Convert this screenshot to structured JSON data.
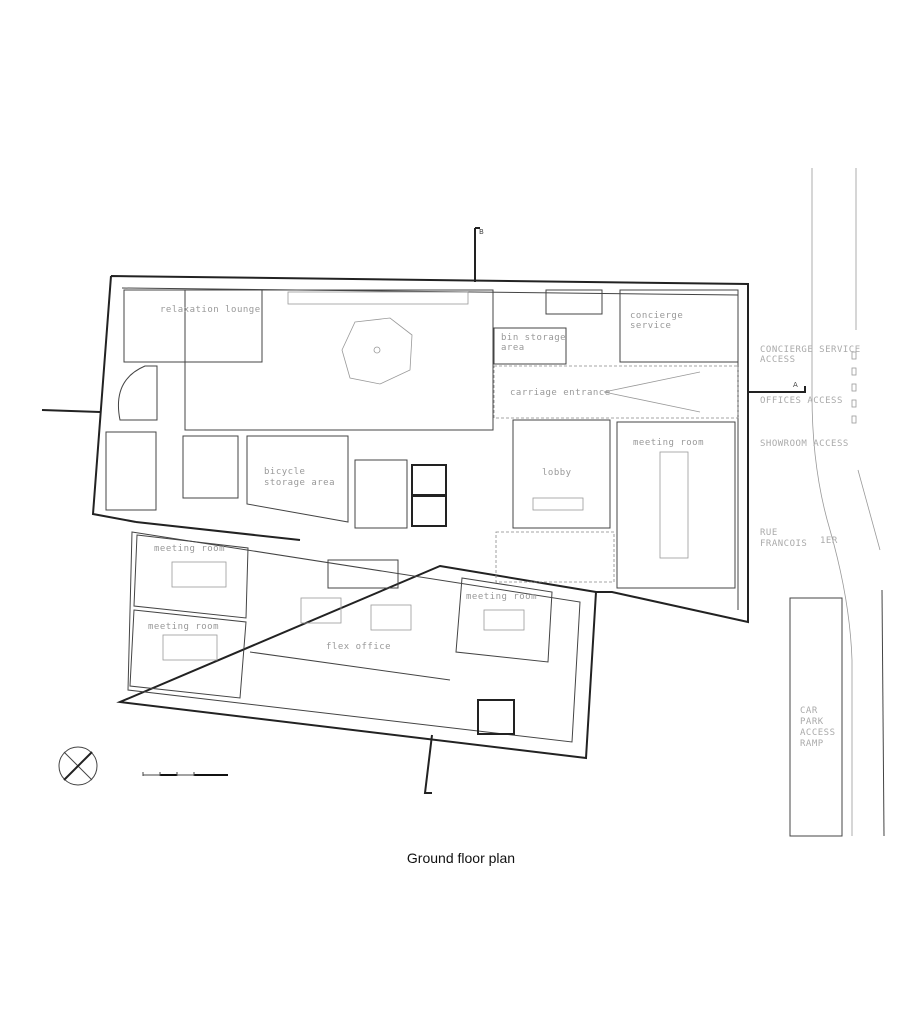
{
  "title": "Ground floor plan",
  "section_markers": {
    "a": "A",
    "b": "B"
  },
  "rooms": {
    "relaxation_lounge": "relaxation lounge",
    "bin_storage": [
      "bin storage",
      "area"
    ],
    "concierge": [
      "concierge",
      "service"
    ],
    "carriage_entrance": "carriage entrance",
    "lobby": "lobby",
    "meeting_room_east": "meeting room",
    "bicycle_storage": [
      "bicycle",
      "storage area"
    ],
    "meeting_room_nw": "meeting room",
    "meeting_room_sw": "meeting room",
    "meeting_room_se": "meeting room",
    "flex_office": "flex office"
  },
  "street": {
    "concierge_access": [
      "CONCIERGE SERVICE",
      "ACCESS"
    ],
    "offices_access": "OFFICES ACCESS",
    "showroom_access": "SHOWROOM ACCESS",
    "street_name": [
      "RUE",
      "FRANCOIS",
      "1ER"
    ],
    "car_park": [
      "CAR",
      "PARK",
      "ACCESS",
      "RAMP"
    ]
  }
}
